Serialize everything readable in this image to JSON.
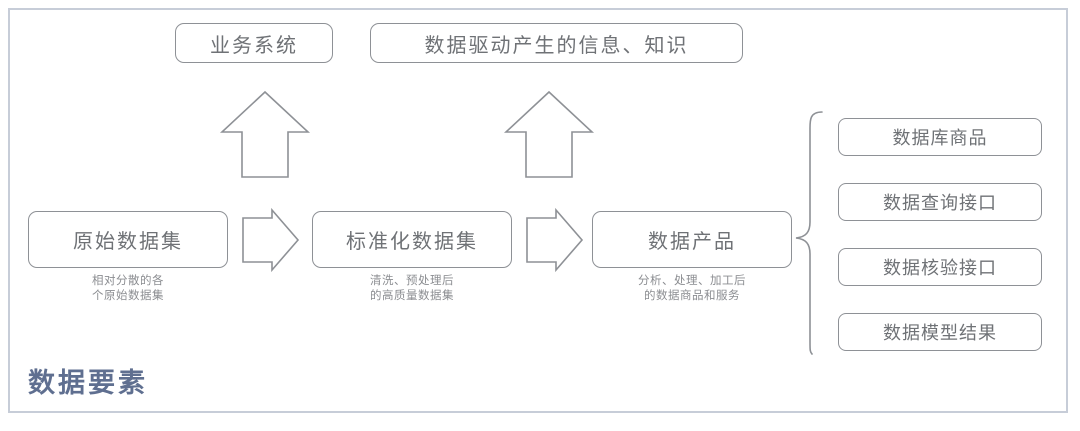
{
  "diagram": {
    "title": "数据要素",
    "title_color": "#5f6f90",
    "frame_color": "#c7cdd8",
    "shape_stroke": "#8e9196",
    "text_color": "#6f7276",
    "caption_color": "#8b8d91",
    "outputs": [
      {
        "label": "业务系统"
      },
      {
        "label": "数据驱动产生的信息、知识"
      }
    ],
    "stages": [
      {
        "label": "原始数据集",
        "caption": "相对分散的各\n个原始数据集"
      },
      {
        "label": "标准化数据集",
        "caption": "清洗、预处理后\n的高质量数据集"
      },
      {
        "label": "数据产品",
        "caption": "分析、处理、加工后\n的数据商品和服务"
      }
    ],
    "products": [
      {
        "label": "数据库商品"
      },
      {
        "label": "数据查询接口"
      },
      {
        "label": "数据核验接口"
      },
      {
        "label": "数据模型结果"
      }
    ],
    "connectors": {
      "up_arrows": 2,
      "right_arrows": 2,
      "brace": "curly-brace-right"
    }
  }
}
